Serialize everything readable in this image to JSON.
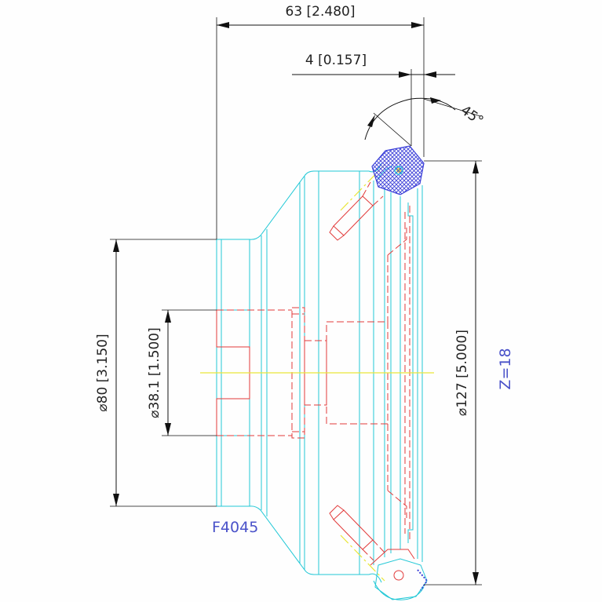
{
  "dimensions": {
    "overall_length": "63 [2.480]",
    "chamfer_width": "4 [0.157]",
    "chamfer_angle": "45°",
    "shank_diameter": "⌀80 [3.150]",
    "bore_diameter": "⌀38.1 [1.500]",
    "cutter_diameter": "⌀127 [5.000]"
  },
  "labels": {
    "model": "F4045",
    "teeth": "Z=18"
  },
  "colors": {
    "outline": "#23c8d6",
    "hidden_lines": "#e23b3b",
    "centerline": "#e9e63a",
    "insert_hatch": "#3b3fd8",
    "annotation_blue": "#4a52c9",
    "dimension": "#111111"
  }
}
